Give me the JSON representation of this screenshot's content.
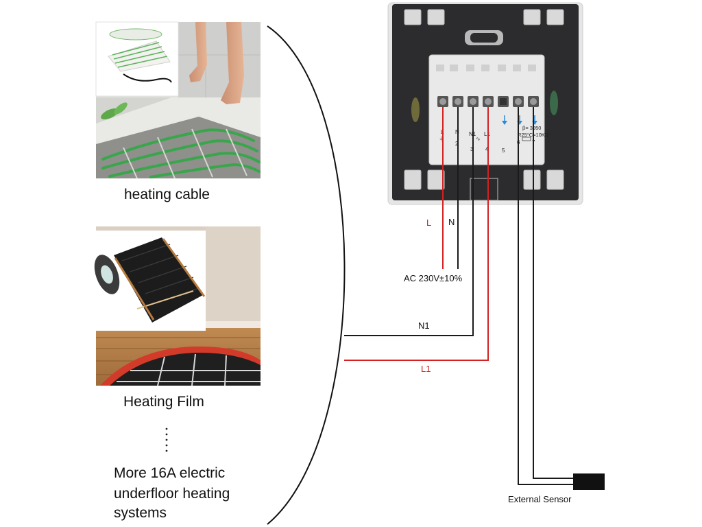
{
  "heating_types": [
    {
      "label": "heating cable"
    },
    {
      "label": "Heating Film"
    }
  ],
  "more_systems": {
    "ellipsis": "⋮",
    "lines": [
      "More 16A electric",
      "underfloor heating",
      "systems"
    ]
  },
  "thermostat": {
    "terminals": [
      {
        "top": "L",
        "num": "1"
      },
      {
        "top": "N",
        "num": "2"
      },
      {
        "top": "N1",
        "num": "3"
      },
      {
        "top": "L1",
        "num": "4"
      },
      {
        "top": "",
        "num": "5"
      },
      {
        "top": "",
        "num": "6"
      },
      {
        "top": "",
        "num": "7"
      }
    ],
    "sensor_spec_1": "β= 3950",
    "sensor_spec_2": "R25°C=10KΩ"
  },
  "wires": {
    "power_l": "L",
    "power_n": "N",
    "supply": "AC 230V±10%",
    "load_n1": "N1",
    "load_l1": "L1",
    "sensor": "External Sensor"
  },
  "colors": {
    "live_wire": "#d42020",
    "neutral_wire": "#1a1a1a",
    "device_body": "#2c2c2e",
    "device_frame": "#e6e6e6",
    "terminal_block": "#e9e9e9"
  }
}
